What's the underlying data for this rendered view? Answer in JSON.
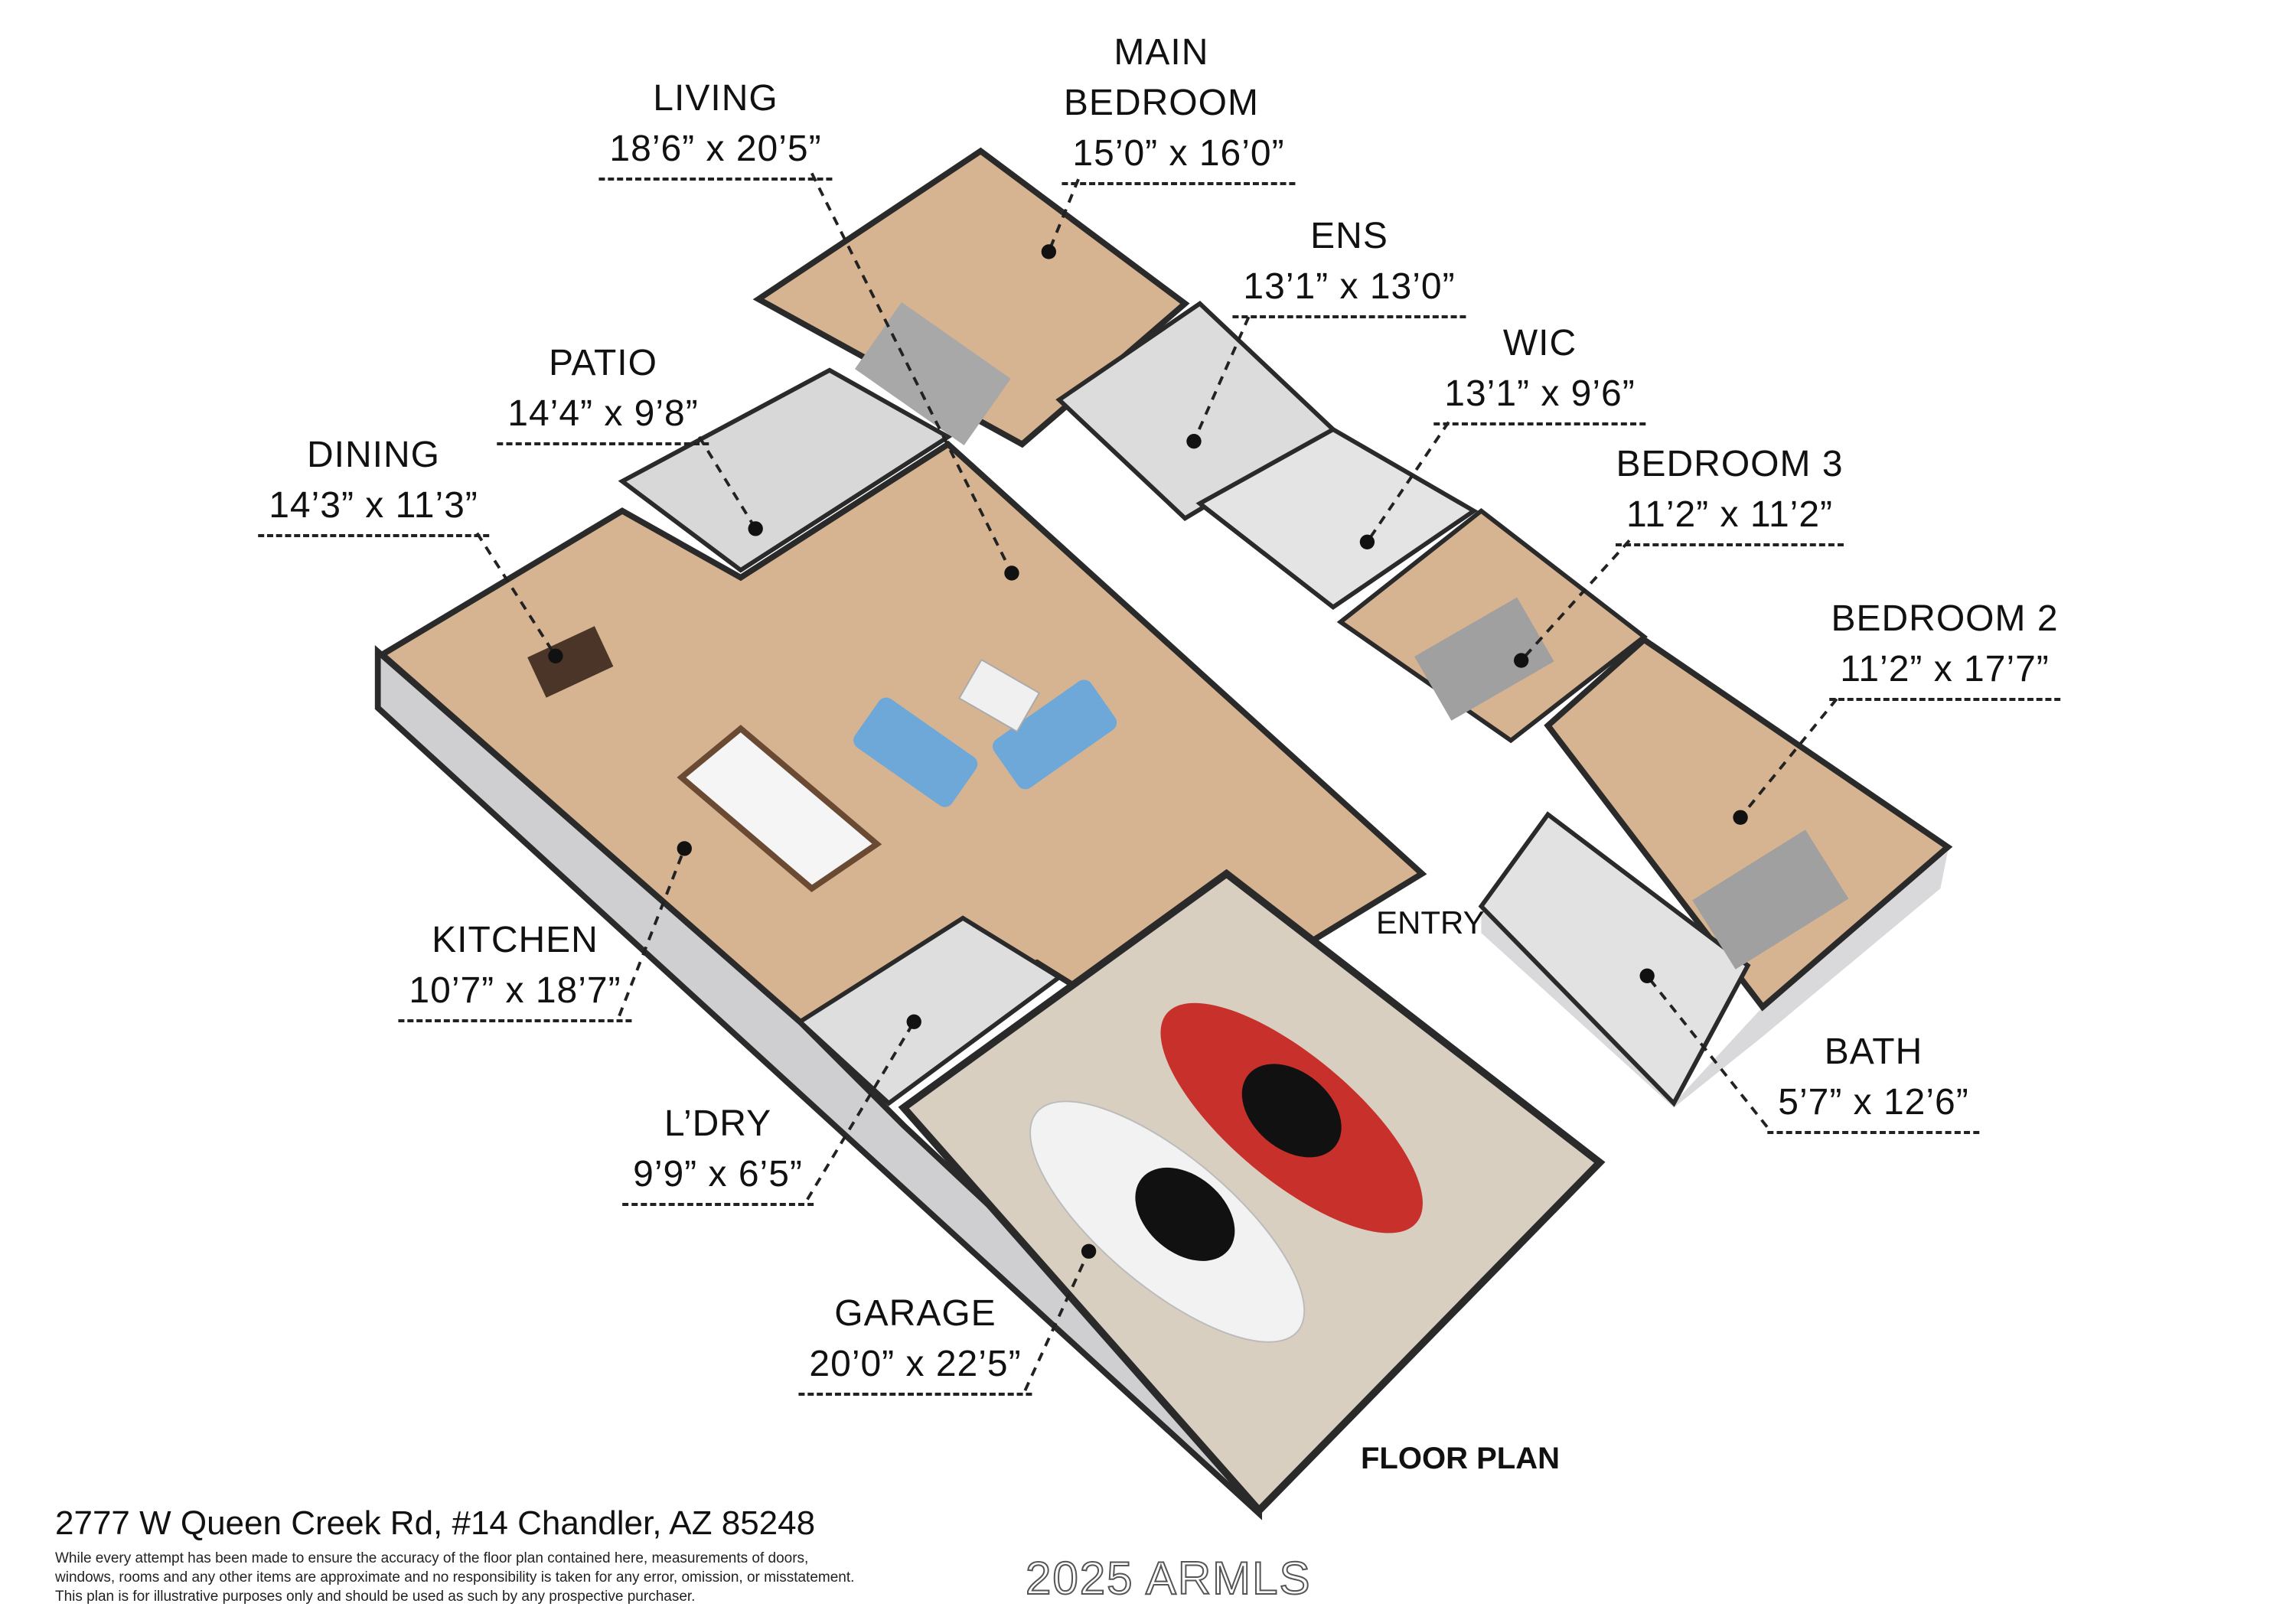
{
  "title": "FLOOR PLAN",
  "rooms": [
    {
      "id": "living",
      "name": "LIVING",
      "dims": "18’6” x 20’5”"
    },
    {
      "id": "main-bedroom",
      "name": "MAIN BEDROOM",
      "dims": "15’0” x 16’0”"
    },
    {
      "id": "ens",
      "name": "ENS",
      "dims": "13’1” x 13’0”"
    },
    {
      "id": "wic",
      "name": "WIC",
      "dims": "13’1” x 9’6”"
    },
    {
      "id": "bedroom-3",
      "name": "BEDROOM 3",
      "dims": "11’2” x 11’2”"
    },
    {
      "id": "bedroom-2",
      "name": "BEDROOM 2",
      "dims": "11’2” x 17’7”"
    },
    {
      "id": "patio",
      "name": "PATIO",
      "dims": "14’4” x 9’8”"
    },
    {
      "id": "dining",
      "name": "DINING",
      "dims": "14’3” x 11’3”"
    },
    {
      "id": "kitchen",
      "name": "KITCHEN",
      "dims": "10’7” x 18’7”"
    },
    {
      "id": "laundry",
      "name": "L’DRY",
      "dims": "9’9” x 6’5”"
    },
    {
      "id": "garage",
      "name": "GARAGE",
      "dims": "20’0” x 22’5”"
    },
    {
      "id": "bath",
      "name": "BATH",
      "dims": "5’7” x 12’6”"
    }
  ],
  "entry_label": "ENTRY",
  "address": "2777 W Queen Creek Rd, #14 Chandler, AZ 85248",
  "disclaimer": [
    "While every attempt has been made to ensure the accuracy of the floor plan contained here, measurements of doors,",
    "windows, rooms and any other items are approximate and no responsibility is taken for any error, omission, or misstatement.",
    "This plan is for illustrative purposes only and should be used as such by any prospective purchaser."
  ],
  "watermark": "2025 ARMLS",
  "colors": {
    "floor": "#d6b491",
    "garage_floor": "#d8cfc1",
    "wall": "#cfcfd1",
    "wall_top": "#2a2a2a"
  }
}
